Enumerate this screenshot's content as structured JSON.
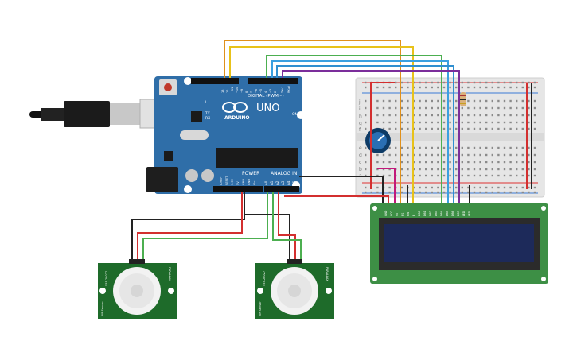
{
  "arduino": {
    "brand": "ARDUINO",
    "model": "UNO",
    "digital_label": "DIGITAL (PWM~)",
    "power_label": "POWER",
    "analog_label": "ANALOG IN",
    "on_label": "ON",
    "l_label": "L",
    "tx_label": "TX",
    "rx_label": "RX",
    "analog_pins": [
      "A0",
      "A1",
      "A2",
      "A3",
      "A4",
      "A5"
    ],
    "digital_pins": [
      "13",
      "12",
      "~11",
      "~10",
      "~9",
      "8",
      "7",
      "~6",
      "~5",
      "4",
      "~3",
      "2",
      "TX▸1",
      "RX◂0"
    ],
    "power_pins": [
      "IOREF",
      "RESET",
      "3.3V",
      "5V",
      "GND",
      "GND",
      "Vin"
    ]
  },
  "pir_left": {
    "label_left": "PIR Sensor",
    "label_right": "PARALLAX",
    "part": "555-28027"
  },
  "pir_right": {
    "label_left": "PIR Sensor",
    "label_right": "PARALLAX",
    "part": "555-28027"
  },
  "lcd": {
    "pins": [
      "GND",
      "VCC",
      "V0",
      "RS",
      "RW",
      "E",
      "DB0",
      "DB1",
      "DB2",
      "DB3",
      "DB4",
      "DB5",
      "DB6",
      "DB7",
      "LED",
      "LED"
    ]
  },
  "breadboard": {
    "row_letters_top": [
      "j",
      "i",
      "h",
      "g",
      "f"
    ],
    "row_letters_bottom": [
      "e",
      "d",
      "c",
      "b",
      "a"
    ]
  },
  "colors": {
    "board": "#2f6ea8",
    "board_dark": "#1f4f7e",
    "lcd_pcb": "#3d8f45",
    "lcd_screen": "#1d2a5a",
    "pir_pcb": "#1e6b2a",
    "wire_orange": "#e0901b",
    "wire_yellow": "#e8c21a",
    "wire_green": "#4caf50",
    "wire_blue": "#3aa0e0",
    "wire_purple": "#7b2e9b",
    "wire_red": "#d32f2f",
    "wire_black": "#222222",
    "wire_pink": "#c2187a"
  }
}
